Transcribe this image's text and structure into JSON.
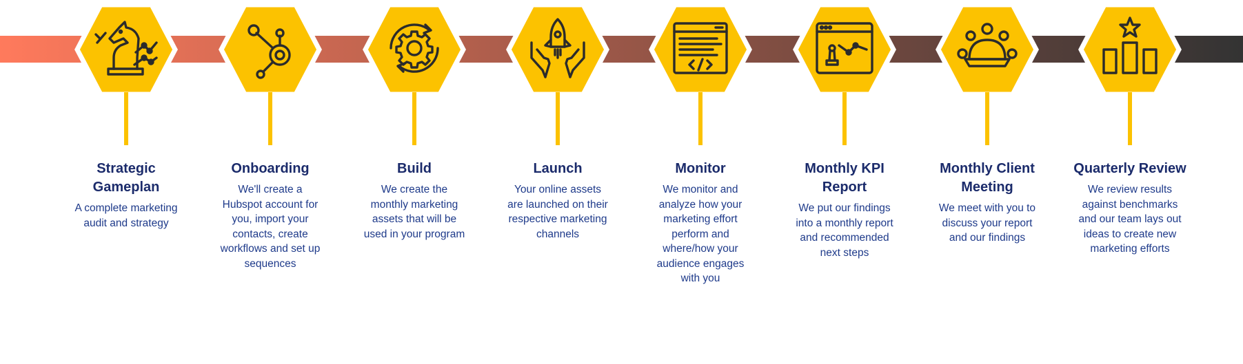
{
  "colors": {
    "hexagon": "#FCC200",
    "band_start": "#FF7A5C",
    "band_end": "#333333",
    "title_text": "#1b2b6b",
    "body_text": "#1e3a8a"
  },
  "steps": [
    {
      "title": "Strategic Gameplan",
      "description": "A complete marketing audit and strategy",
      "icon": "chess-knight-strategy-icon"
    },
    {
      "title": "Onboarding",
      "description": "We'll create a Hubspot account for you, import your contacts, create workflows and set up sequences",
      "icon": "hubspot-sprocket-icon"
    },
    {
      "title": "Build",
      "description": "We create the monthly marketing assets that will be used in your program",
      "icon": "gear-cycle-icon"
    },
    {
      "title": "Launch",
      "description": "Your online assets are launched on their respective marketing channels",
      "icon": "rocket-hands-icon"
    },
    {
      "title": "Monitor",
      "description": "We monitor and analyze how your marketing effort perform and where/how your audience engages with you",
      "icon": "code-window-icon"
    },
    {
      "title": "Monthly KPI Report",
      "description": "We put our findings into a monthly report and recommended next steps",
      "icon": "browser-chess-chart-icon"
    },
    {
      "title": "Monthly Client Meeting",
      "description": "We meet with you to discuss your report and our findings",
      "icon": "meeting-table-icon"
    },
    {
      "title": "Quarterly Review",
      "description": "We review results against benchmarks and our team lays out ideas to create new marketing efforts",
      "icon": "star-bar-chart-icon"
    }
  ]
}
